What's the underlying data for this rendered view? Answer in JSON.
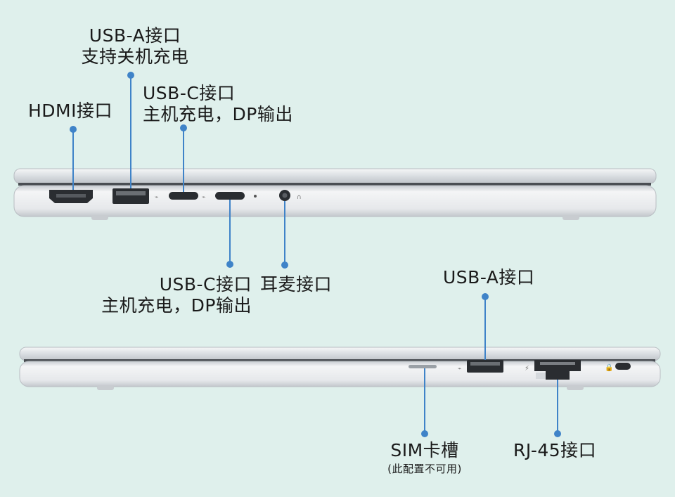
{
  "colors": {
    "background": "#dff0ec",
    "leader": "#3f83c8",
    "chassis": "#e9ecef",
    "port": "#2a2d31"
  },
  "top_view": {
    "hdmi": {
      "line1": "HDMI接口",
      "icon": "hdmi-port"
    },
    "usb_a_left": {
      "line1": "USB-A接口",
      "line2": "支持关机充电",
      "icon": "usb-a-port"
    },
    "usb_c_1": {
      "line1": "USB-C接口",
      "line2": "主机充电，DP输出",
      "icon": "usb-c-port"
    },
    "usb_c_2": {
      "line1": "USB-C接口",
      "line2": "主机充电，DP输出",
      "icon": "usb-c-port"
    },
    "audio": {
      "line1": "耳麦接口",
      "icon": "headphone-jack"
    }
  },
  "bottom_view": {
    "usb_a_right": {
      "line1": "USB-A接口",
      "icon": "usb-a-port"
    },
    "sim": {
      "line1": "SIM卡槽",
      "line2": "(此配置不可用)",
      "icon": "sim-slot"
    },
    "rj45": {
      "line1": "RJ-45接口",
      "icon": "ethernet-port"
    },
    "lock": {
      "icon": "lock-slot"
    }
  }
}
